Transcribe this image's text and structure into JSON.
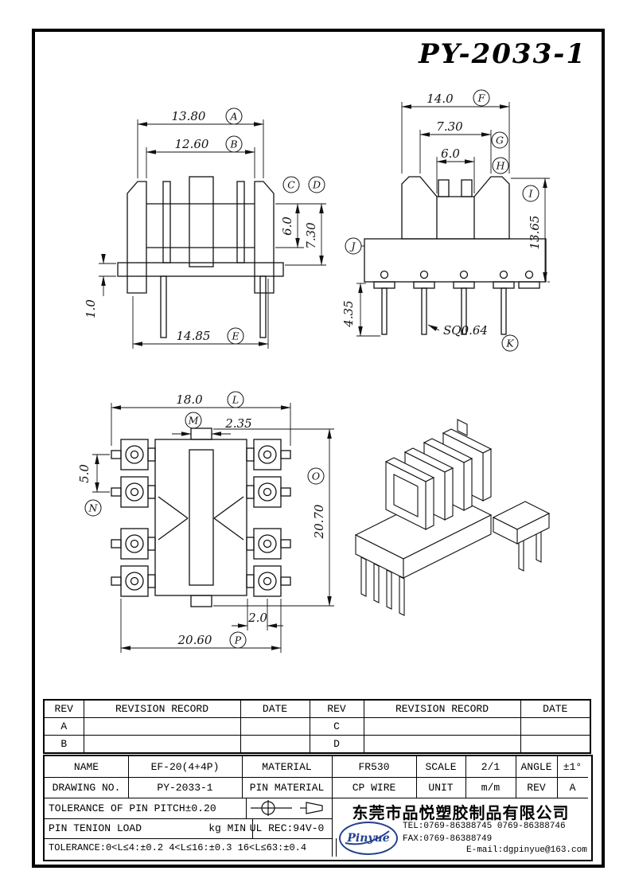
{
  "title": "PY-2033-1",
  "drawing": {
    "front": {
      "dim_width_outer": "13.80",
      "dim_width_inner": "12.60",
      "dim_window_height": "6.0",
      "dim_flange_height": "7.30",
      "dim_base_thickness": "1.0",
      "dim_overall_width": "14.85",
      "labels": {
        "a": "A",
        "b": "B",
        "c": "C",
        "d": "D",
        "e": "E"
      }
    },
    "side": {
      "dim_width": "14.0",
      "dim_slot_width": "7.30",
      "dim_core_width": "6.0",
      "dim_height": "13.65",
      "dim_pin_length": "4.35",
      "pin_note": "SQ0.64",
      "labels": {
        "f": "F",
        "g": "G",
        "h": "H",
        "i": "I",
        "j": "J",
        "k": "K"
      }
    },
    "plan": {
      "dim_width": "18.0",
      "dim_tab_width": "2.35",
      "dim_pin_pitch": "5.0",
      "dim_length_overall": "20.70",
      "dim_edge_offset": "2.0",
      "dim_length": "20.60",
      "labels": {
        "l": "L",
        "m": "M",
        "n": "N",
        "o": "O",
        "p": "P"
      }
    }
  },
  "revision_table": {
    "col_rev": "REV",
    "col_record": "REVISION RECORD",
    "col_date": "DATE",
    "rows": [
      {
        "left": "A",
        "right": "C"
      },
      {
        "left": "B",
        "right": "D"
      }
    ]
  },
  "info_table": {
    "name_label": "NAME",
    "name_value": "EF-20(4+4P)",
    "material_label": "MATERIAL",
    "material_value": "FR530",
    "scale_label": "SCALE",
    "scale_value": "2/1",
    "angle_label": "ANGLE",
    "angle_value": "±1°",
    "drawing_no_label": "DRAWING NO.",
    "drawing_no_value": "PY-2033-1",
    "pin_material_label": "PIN MATERIAL",
    "pin_material_value": "CP WIRE",
    "unit_label": "UNIT",
    "unit_value": "m/m",
    "rev_label": "REV",
    "rev_value": "A",
    "tolerance_pitch": "TOLERANCE OF PIN PITCH±0.20",
    "pin_tension_label": "PIN TENION LOAD",
    "pin_tension_unit": "kg MIN",
    "ul_rec": "UL REC:94V-0",
    "tolerance_note": "TOLERANCE:0<L≤4:±0.2  4<L≤16:±0.3  16<L≤63:±0.4",
    "company": {
      "logo_text": "Pinyue",
      "logo_color": "#23418e",
      "name": "东莞市品悦塑胶制品有限公司",
      "tel": "TEL:0769-86388745  0769-86388746",
      "fax": "FAX:0769-86388749",
      "email": "E-mail:dgpinyue@163.com"
    }
  }
}
